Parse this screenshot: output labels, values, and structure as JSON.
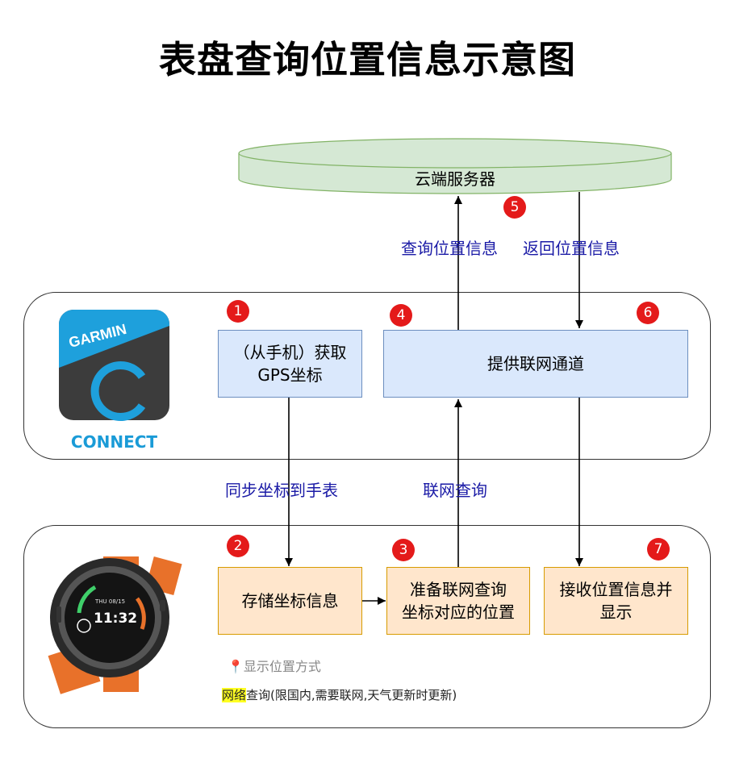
{
  "title": "表盘查询位置信息示意图",
  "server": {
    "label": "云端服务器"
  },
  "phone_app": {
    "logo_word": "GARMIN",
    "app_name": "CONNECT"
  },
  "boxes": {
    "get_gps": {
      "line1": "（从手机）获取",
      "line2": "GPS坐标"
    },
    "provide_network": {
      "label": "提供联网通道"
    },
    "store_coords": {
      "label": "存储坐标信息"
    },
    "prepare_query": {
      "line1": "准备联网查询",
      "line2": "坐标对应的位置"
    },
    "receive_display": {
      "line1": "接收位置信息并",
      "line2": "显示"
    }
  },
  "edges": {
    "query_location": "查询位置信息",
    "return_location": "返回位置信息",
    "sync_coords": "同步坐标到手表",
    "network_query": "联网查询"
  },
  "steps": [
    "1",
    "2",
    "3",
    "4",
    "5",
    "6",
    "7"
  ],
  "watch_face": {
    "date": "THU 08/15",
    "time": "11:32"
  },
  "display_mode": {
    "icon": "pin-icon",
    "label": "显示位置方式"
  },
  "note": {
    "highlight": "网络",
    "text": "查询(限国内,需要联网,天气更新时更新)"
  },
  "colors": {
    "badge": "#e41a1a",
    "edge_label": "#1a1aa6",
    "connect": "#1a9bd7",
    "server_fill": "#d5e8d4",
    "blue_box": "#dae8fc",
    "orange_box": "#ffe6cc"
  }
}
